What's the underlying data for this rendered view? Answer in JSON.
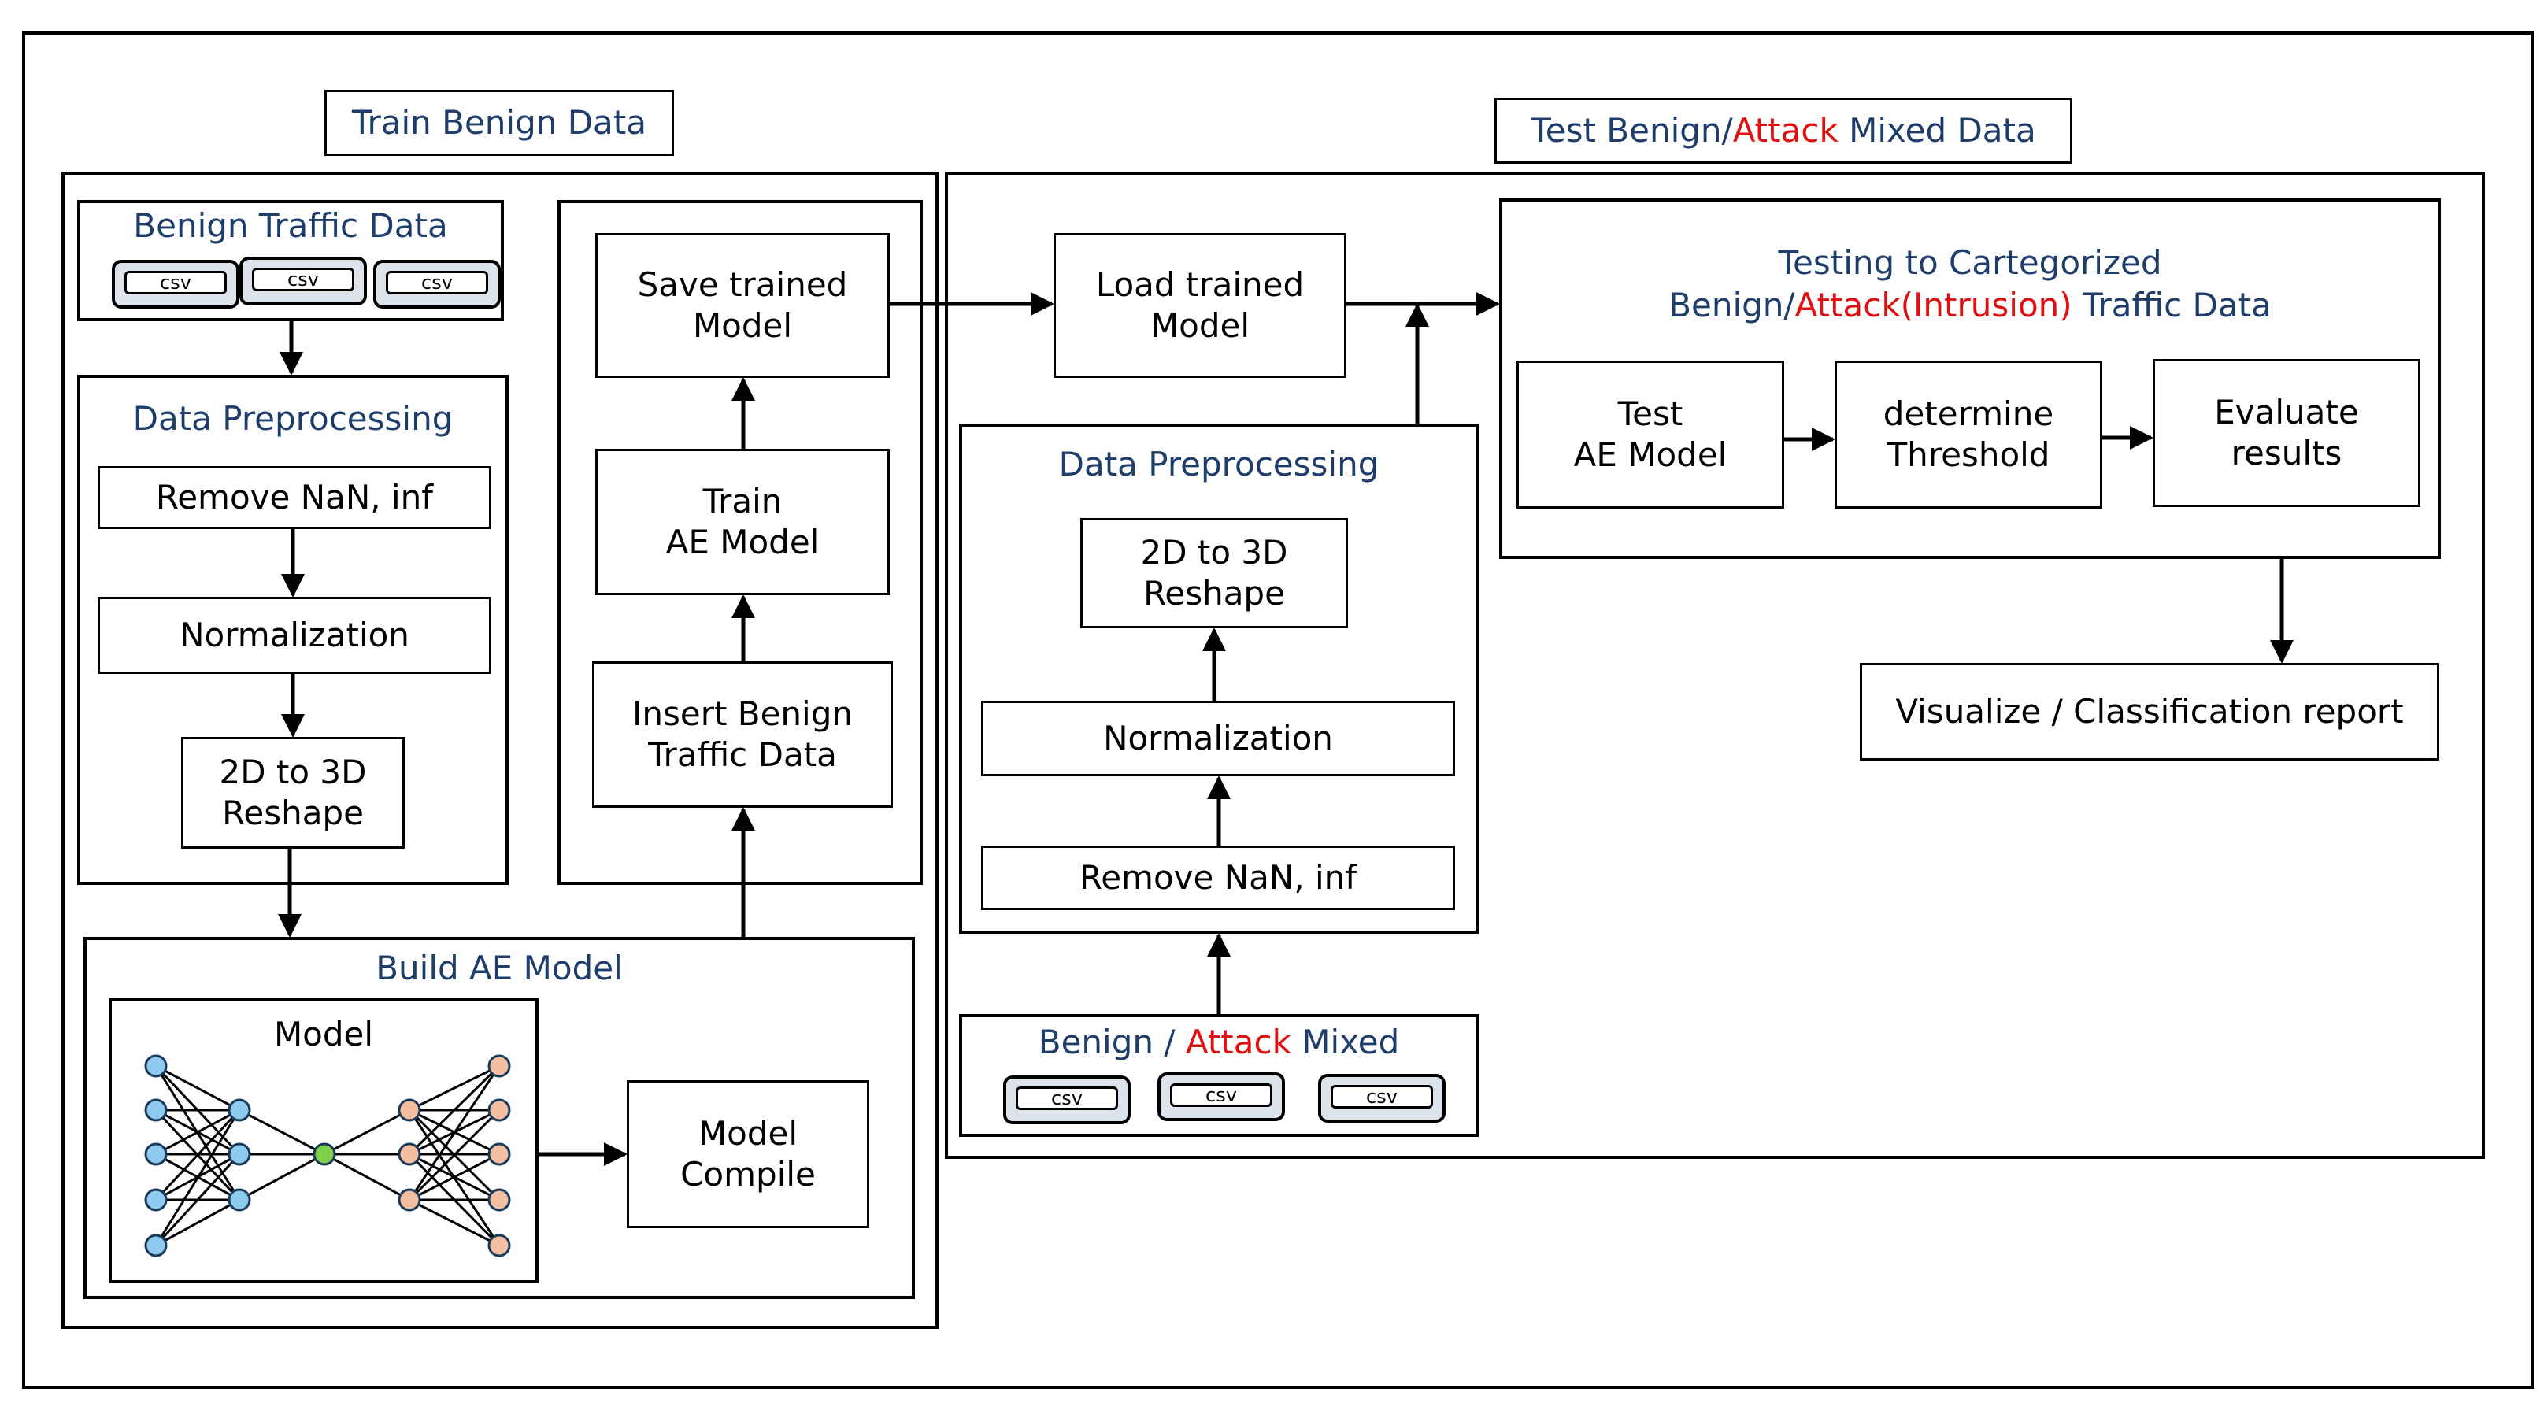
{
  "left_section": {
    "header": "Train Benign Data",
    "benign_traffic": {
      "title": "Benign Traffic Data",
      "files": [
        "csv",
        "csv",
        "csv"
      ]
    },
    "preprocessing": {
      "title": "Data Preprocessing",
      "steps": [
        "Remove NaN, inf",
        "Normalization",
        "2D to 3D\nReshape"
      ]
    },
    "build": {
      "title": "Build AE Model",
      "model_label": "Model",
      "compile_label": "Model\nCompile"
    },
    "train_column": {
      "save": "Save trained\nModel",
      "train": "Train\nAE Model",
      "insert": "Insert Benign\nTraffic Data"
    }
  },
  "right_section": {
    "header_prefix": "Test Benign/",
    "header_attack": "Attack",
    "header_suffix": " Mixed Data",
    "load": "Load trained\nModel",
    "preprocessing": {
      "title": "Data Preprocessing",
      "steps": [
        "2D to 3D\nReshape",
        "Normalization",
        "Remove NaN, inf"
      ]
    },
    "mixed": {
      "title_prefix": "Benign / ",
      "title_attack": "Attack",
      "title_suffix": " Mixed",
      "files": [
        "csv",
        "csv",
        "csv"
      ]
    },
    "testing": {
      "title_line1": "Testing to Cartegorized",
      "title_line2_prefix": "Benign/",
      "title_line2_attack": "Attack(Intrusion)",
      "title_line2_suffix": " Traffic Data",
      "steps": [
        "Test\nAE Model",
        "determine\nThreshold",
        "Evaluate\nresults"
      ]
    },
    "visualize": "Visualize / Classification report"
  },
  "colors": {
    "title_blue": "#1f3d6b",
    "attack_red": "#e01010",
    "neuron_blue": "#8ecbee",
    "neuron_green": "#7ed04b",
    "neuron_orange": "#f3bfa0"
  }
}
